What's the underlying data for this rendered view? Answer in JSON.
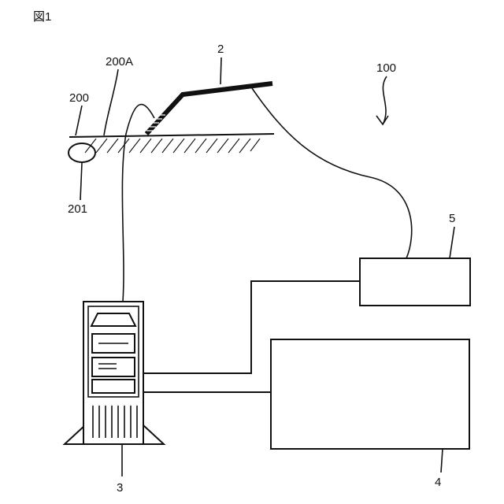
{
  "figure": {
    "title": "図1",
    "labels": {
      "system": "100",
      "sensor": "2",
      "computer": "3",
      "display": "4",
      "controller": "5",
      "ground": "200",
      "surface": "200A",
      "object": "201"
    }
  }
}
